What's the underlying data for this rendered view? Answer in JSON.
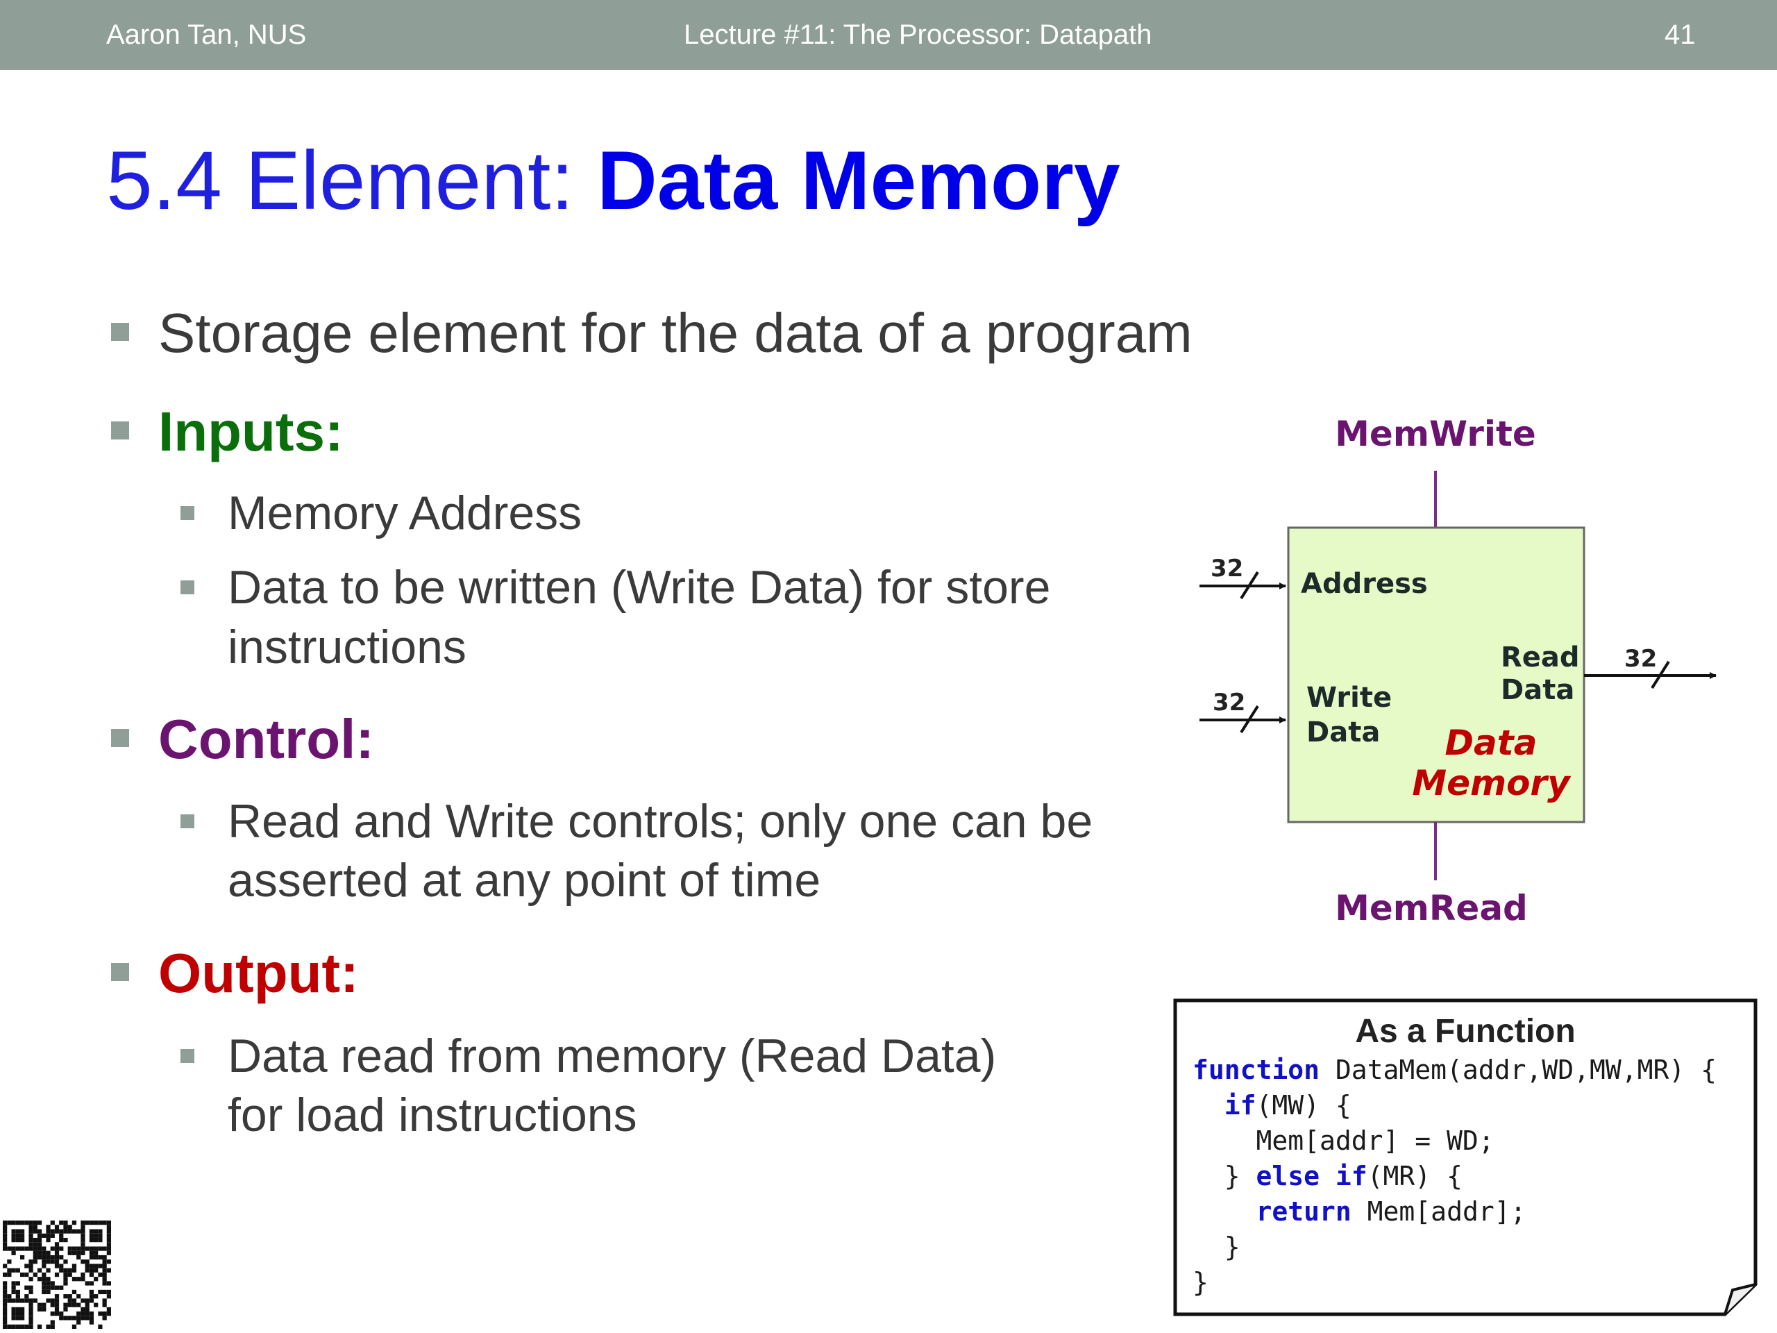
{
  "header": {
    "author": "Aaron Tan, NUS",
    "lecture": "Lecture #11: The Processor: Datapath",
    "page": "41"
  },
  "title": {
    "prefix": "5.4 Element: ",
    "emphasis": "Data Memory"
  },
  "bullets": {
    "storage": "Storage element for the data of a program",
    "inputs": {
      "heading": "Inputs:",
      "items": [
        "Memory Address",
        "Data to be written (Write Data) for store",
        "instructions"
      ]
    },
    "control": {
      "heading": "Control:",
      "items": [
        "Read and Write controls; only one can be",
        "asserted at any point of time"
      ]
    },
    "output": {
      "heading": "Output:",
      "items": [
        "Data read from memory (Read Data)",
        "for load instructions"
      ]
    }
  },
  "diagram": {
    "mem_write": "MemWrite",
    "mem_read": "MemRead",
    "address": "Address",
    "write_data_1": "Write",
    "write_data_2": "Data",
    "read_data_1": "Read",
    "read_data_2": "Data",
    "name_1": "Data",
    "name_2": "Memory",
    "width_address": "32",
    "width_write": "32",
    "width_read": "32"
  },
  "function_box": {
    "title": "As a Function",
    "lines": [
      [
        {
          "k": true,
          "t": "function"
        },
        {
          "k": false,
          "t": " DataMem(addr,WD,MW,MR) {"
        }
      ],
      [
        {
          "k": false,
          "t": "  "
        },
        {
          "k": true,
          "t": "if"
        },
        {
          "k": false,
          "t": "(MW) {"
        }
      ],
      [
        {
          "k": false,
          "t": "    Mem[addr] = WD;"
        }
      ],
      [
        {
          "k": false,
          "t": "  } "
        },
        {
          "k": true,
          "t": "else if"
        },
        {
          "k": false,
          "t": "(MR) {"
        }
      ],
      [
        {
          "k": false,
          "t": "    "
        },
        {
          "k": true,
          "t": "return"
        },
        {
          "k": false,
          "t": " Mem[addr];"
        }
      ],
      [
        {
          "k": false,
          "t": "  }"
        }
      ],
      [
        {
          "k": false,
          "t": "}"
        }
      ]
    ]
  },
  "colors": {
    "header_bg": "#8f9e97",
    "title_blue": "#0000e8",
    "inputs_green": "#0a6e0a",
    "control_purple": "#6a1470",
    "output_red": "#c00000",
    "memory_fill": "#e6fac8",
    "memory_label_red": "#c00000"
  }
}
